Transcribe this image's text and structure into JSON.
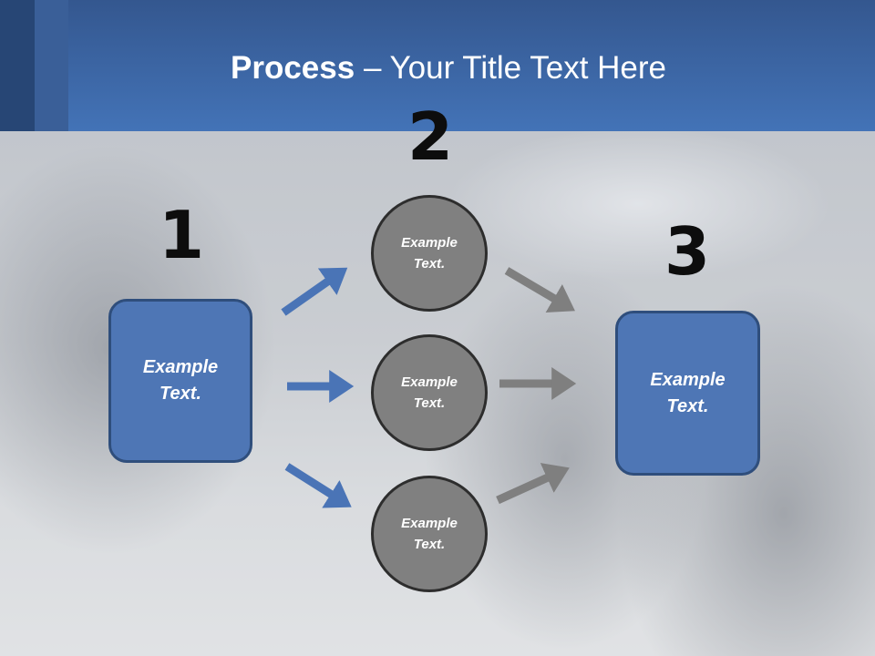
{
  "title": {
    "bold": "Process",
    "rest": " – Your Title Text Here"
  },
  "steps": [
    {
      "number": "1",
      "label": "Example Text."
    },
    {
      "number": "2",
      "items": [
        "Example Text.",
        "Example Text.",
        "Example Text."
      ]
    },
    {
      "number": "3",
      "label": "Example Text."
    }
  ],
  "colors": {
    "header": "#4373b7",
    "box_fill": "#4e76b5",
    "circle_fill": "#808080",
    "arrow_blue": "#4a74b6",
    "arrow_gray": "#7f7f7f"
  }
}
